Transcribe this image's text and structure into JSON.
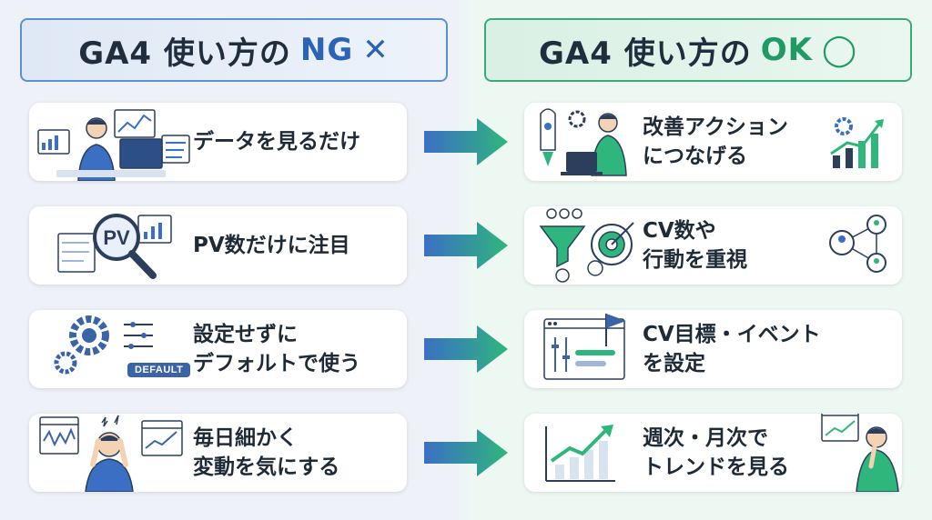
{
  "header_ng": {
    "prefix": "GA4 使い方の",
    "accent": "NG",
    "mark": "✕"
  },
  "header_ok": {
    "prefix": "GA4 使い方の",
    "accent": "OK",
    "mark": "◯"
  },
  "ng_items": [
    {
      "line1": "データを見るだけ",
      "line2": ""
    },
    {
      "line1": "PV数だけに注目",
      "line2": ""
    },
    {
      "line1": "設定せずに",
      "line2": "デフォルトで使う"
    },
    {
      "line1": "毎日細かく",
      "line2": "変動を気にする"
    }
  ],
  "ok_items": [
    {
      "line1": "改善アクション",
      "line2": "につなげる"
    },
    {
      "line1": "CV数や",
      "line2": "行動を重視"
    },
    {
      "line1": "CV目標・イベント",
      "line2": "を設定"
    },
    {
      "line1": "週次・月次で",
      "line2": "トレンドを見る"
    }
  ],
  "icons": {
    "pv_label": "PV",
    "default_label": "DEFAULT"
  },
  "colors": {
    "ng_accent": "#2b64b6",
    "ok_accent": "#1f9a62",
    "arrow_start": "#3b6fc4",
    "arrow_end": "#2fb67d"
  }
}
